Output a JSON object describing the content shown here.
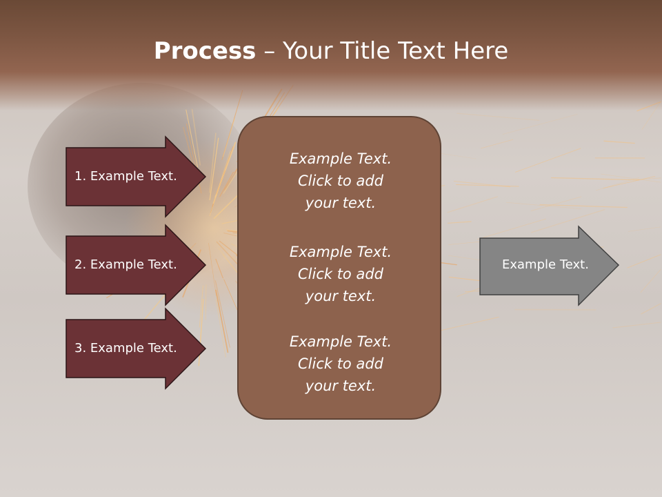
{
  "title": {
    "bold": "Process",
    "rest": " – Your Title Text Here"
  },
  "left_steps": [
    {
      "label": "1. Example Text."
    },
    {
      "label": "2. Example Text."
    },
    {
      "label": "3. Example Text."
    }
  ],
  "center_box": {
    "blocks": [
      {
        "text": "Example Text.\nClick  to add\nyour text."
      },
      {
        "text": "Example Text.\nClick  to add\nyour text."
      },
      {
        "text": "Example Text.\nClick  to add\nyour text."
      }
    ]
  },
  "output_arrow": {
    "label": "Example Text."
  },
  "colors": {
    "title_band": "#7e5743",
    "step_arrow_fill": "#6b3236",
    "center_box_fill": "#8d624d",
    "output_arrow_fill": "#858585"
  }
}
